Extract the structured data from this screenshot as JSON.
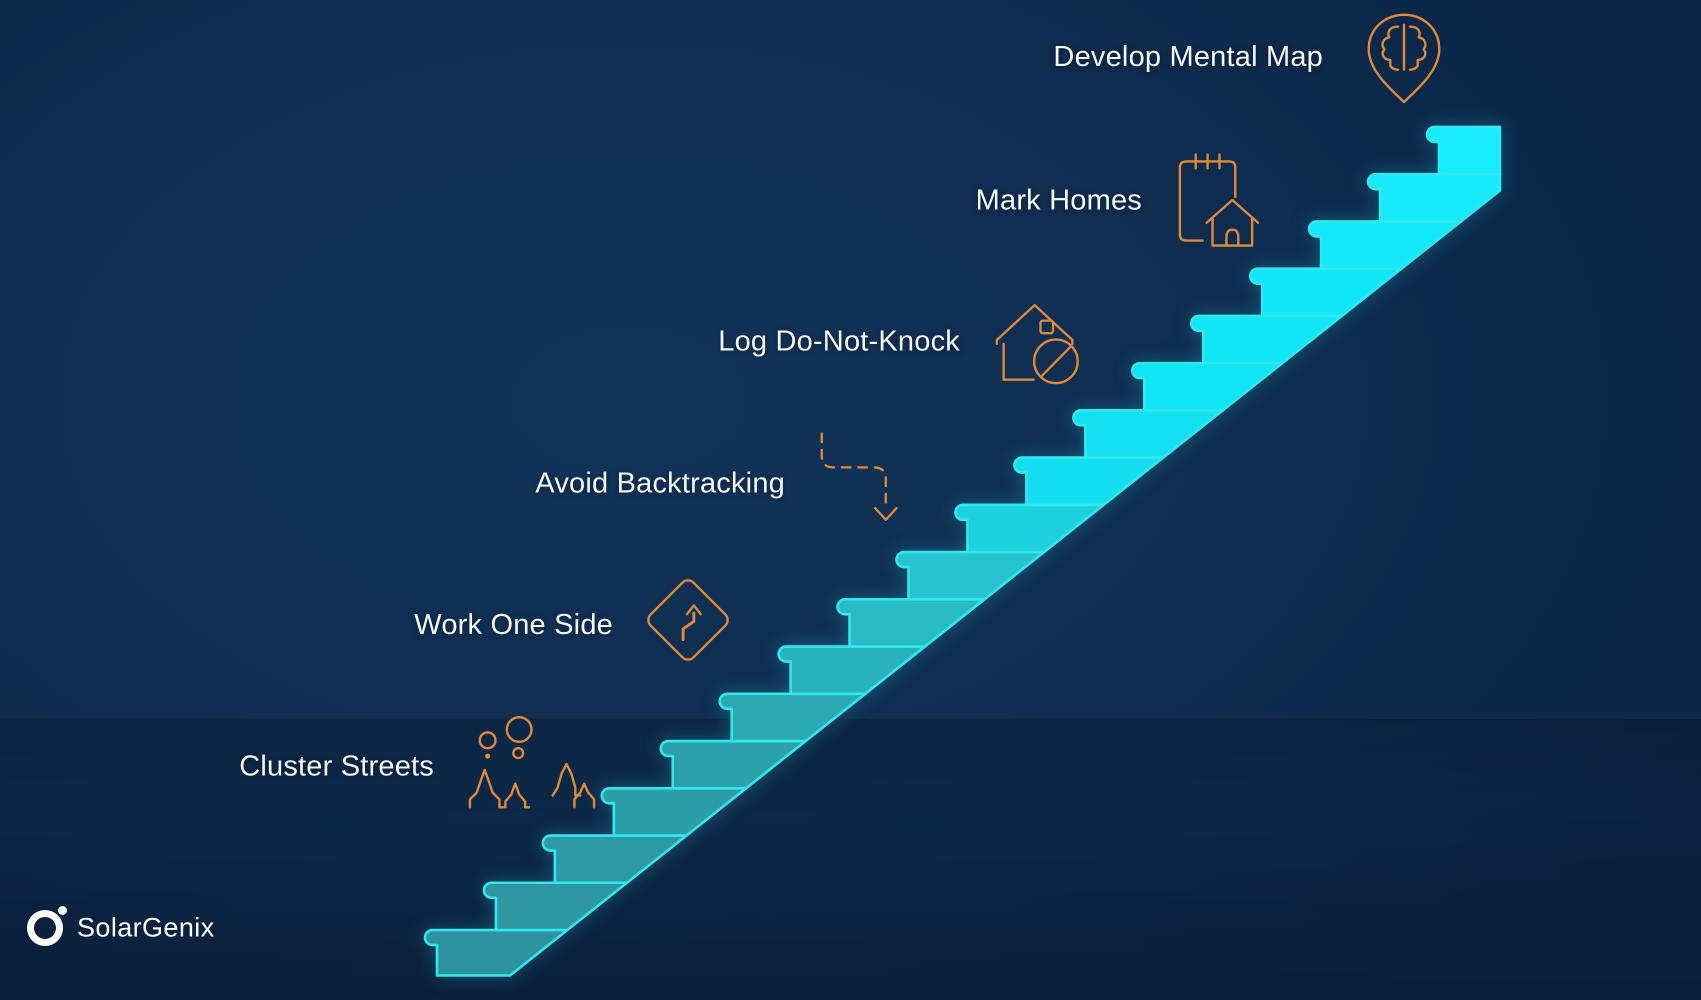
{
  "brand": {
    "name": "SolarGenix"
  },
  "steps": [
    {
      "label": "Cluster Streets",
      "icon": "cluster-streets-icon"
    },
    {
      "label": "Work One Side",
      "icon": "work-one-side-icon"
    },
    {
      "label": "Avoid Backtracking",
      "icon": "avoid-backtracking-icon"
    },
    {
      "label": "Log Do-Not-Knock",
      "icon": "log-do-not-knock-icon"
    },
    {
      "label": "Mark Homes",
      "icon": "mark-homes-icon"
    },
    {
      "label": "Develop Mental Map",
      "icon": "develop-mental-map-icon"
    }
  ],
  "staircase": {
    "step_count": 18,
    "outline": "#33e7ec",
    "color_stops": [
      {
        "at": 0.0,
        "color": "#2f939e"
      },
      {
        "at": 0.25,
        "color": "#2ba2ac"
      },
      {
        "at": 0.47,
        "color": "#27c3ce"
      },
      {
        "at": 0.59,
        "color": "#14dff0"
      },
      {
        "at": 0.75,
        "color": "#10e6f6"
      },
      {
        "at": 1.0,
        "color": "#18ebfd"
      }
    ]
  },
  "colors": {
    "background": "#0e2c4e",
    "icon_orange": "#e08b3c",
    "label_text": "#f5f8fa",
    "logo_white": "#ffffff"
  }
}
